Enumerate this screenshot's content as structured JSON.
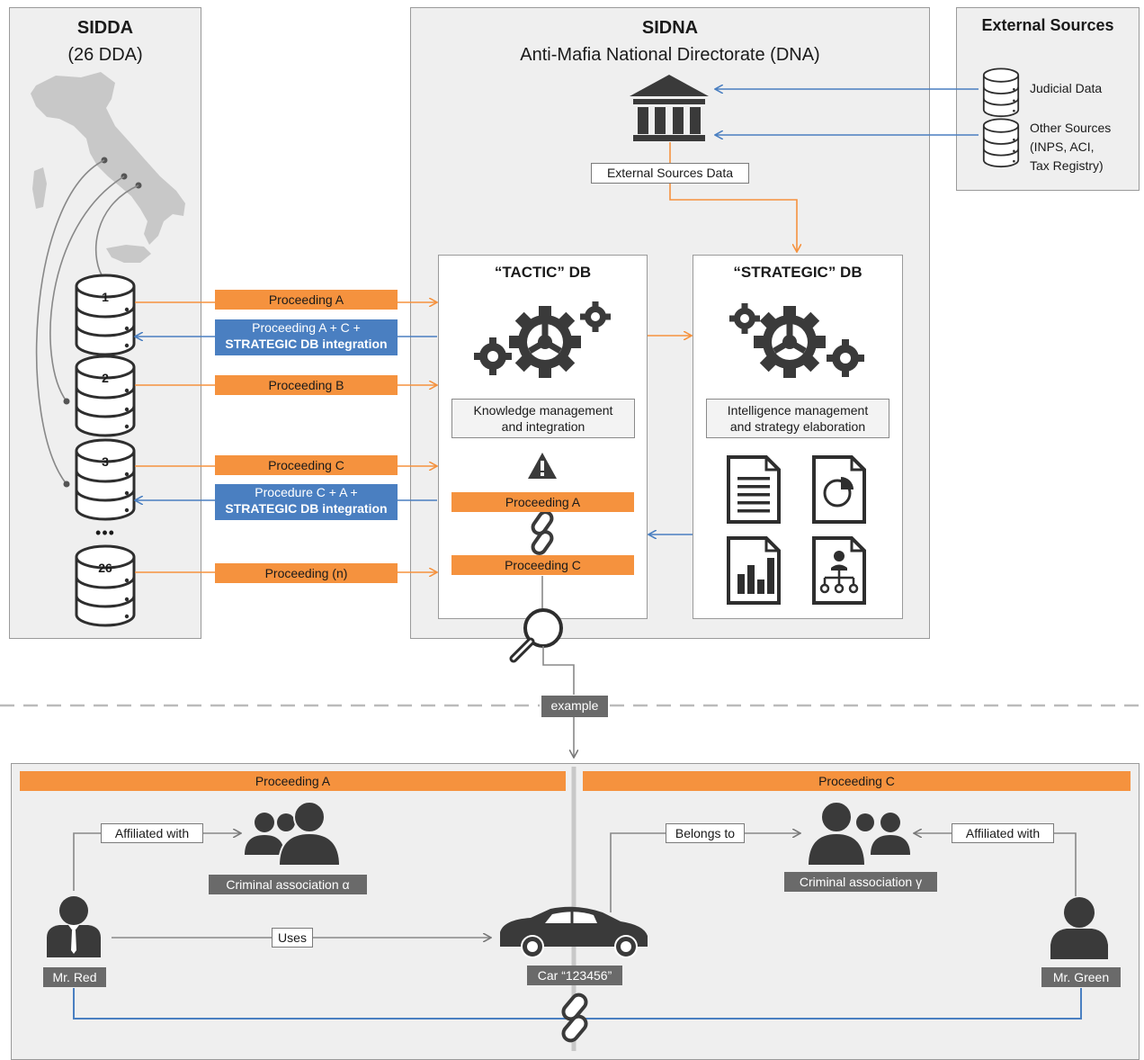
{
  "sidda": {
    "title": "SIDDA",
    "subtitle": "(26 DDA)",
    "db_numbers": [
      "1",
      "2",
      "3",
      "26"
    ],
    "ellipsis": "•••"
  },
  "sidna": {
    "title": "SIDNA",
    "subtitle": "Anti-Mafia National Directorate (DNA)",
    "external_data_label": "External Sources Data"
  },
  "external": {
    "title": "External Sources",
    "items": [
      "Judicial Data",
      "Other Sources",
      "(INPS, ACI,",
      "Tax Registry)"
    ]
  },
  "flows": {
    "proc_a": "Proceeding A",
    "return_a_line1": "Proceeding  A + C +",
    "return_a_line2": "STRATEGIC DB integration",
    "proc_b": "Proceeding B",
    "proc_c": "Proceeding C",
    "return_c_line1": "Procedure C + A +",
    "return_c_line2": "STRATEGIC DB integration",
    "proc_n": "Proceeding (n)"
  },
  "tactic": {
    "title": "“TACTIC” DB",
    "caption_line1": "Knowledge management",
    "caption_line2": "and integration",
    "proc_a": "Proceeding A",
    "proc_c": "Proceeding C"
  },
  "strategic": {
    "title": "“STRATEGIC” DB",
    "caption_line1": "Intelligence management",
    "caption_line2": "and strategy elaboration"
  },
  "example": {
    "label": "example",
    "left_header": "Proceeding A",
    "right_header": "Proceeding C",
    "affiliated_left": "Affiliated with",
    "criminal_alpha": "Criminal association α",
    "mr_red": "Mr. Red",
    "uses": "Uses",
    "car": "Car “123456”",
    "belongs_to": "Belongs to",
    "criminal_gamma": "Criminal association γ",
    "affiliated_right": "Affiliated with",
    "mr_green": "Mr. Green"
  },
  "colors": {
    "orange": "#f5923e",
    "blue": "#4a7fc1",
    "panel": "#efefef",
    "icon": "#3a3a3a"
  }
}
